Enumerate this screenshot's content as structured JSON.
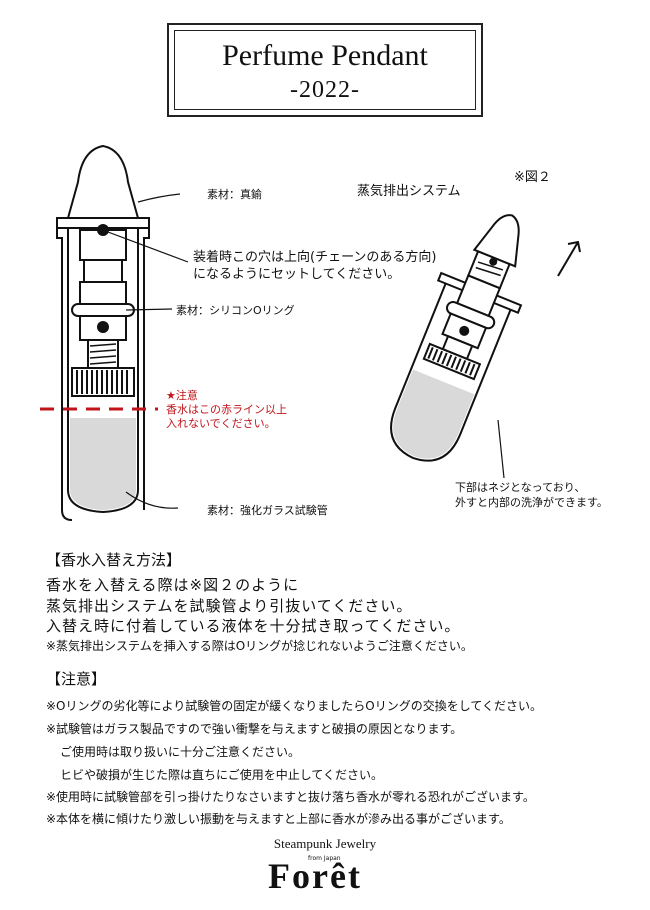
{
  "header": {
    "title": "Perfume Pendant",
    "year": "-2022-"
  },
  "diagram_left": {
    "material_top": "素材：真鍮",
    "hole_note_1": "装着時この穴は上向(チェーンのある方向)",
    "hole_note_2": "になるようにセットしてください。",
    "material_ring": "素材：シリコンOリング",
    "caution_title": "★注意",
    "caution_1": "香水はこの赤ライン以上",
    "caution_2": "入れないでください。",
    "material_tube": "素材：強化ガラス試験管"
  },
  "diagram_right": {
    "system_label": "蒸気排出システム",
    "fig_label": "※図２",
    "thread_note_1": "下部はネジとなっており、",
    "thread_note_2": "外すと内部の洗浄ができます。"
  },
  "refill": {
    "heading": "【香水入替え方法】",
    "line1": "香水を入替える際は※図２のように",
    "line2": "蒸気排出システムを試験管より引抜いてください。",
    "line3": "入替え時に付着している液体を十分拭き取ってください。",
    "line4": "※蒸気排出システムを挿入する際はOリングが捻じれないようご注意ください。"
  },
  "caution": {
    "heading": "【注意】",
    "items": [
      "※Oリングの劣化等により試験管の固定が緩くなりましたらOリングの交換をしてください。",
      "※試験管はガラス製品ですので強い衝撃を与えますと破損の原因となります。",
      "ご使用時は取り扱いに十分ご注意ください。",
      "ヒビや破損が生じた際は直ちにご使用を中止してください。",
      "※使用時に試験管部を引っ掛けたりなさいますと抜け落ち香水が零れる恐れがございます。",
      "※本体を横に傾けたり激しい振動を与えますと上部に香水が滲み出る事がございます。"
    ]
  },
  "brand": {
    "line1": "Steampunk Jewelry",
    "sub": "from Japan",
    "name": "Forêt"
  },
  "colors": {
    "accent_red": "#c0141a",
    "liquid_gray": "#d9d9d9"
  }
}
